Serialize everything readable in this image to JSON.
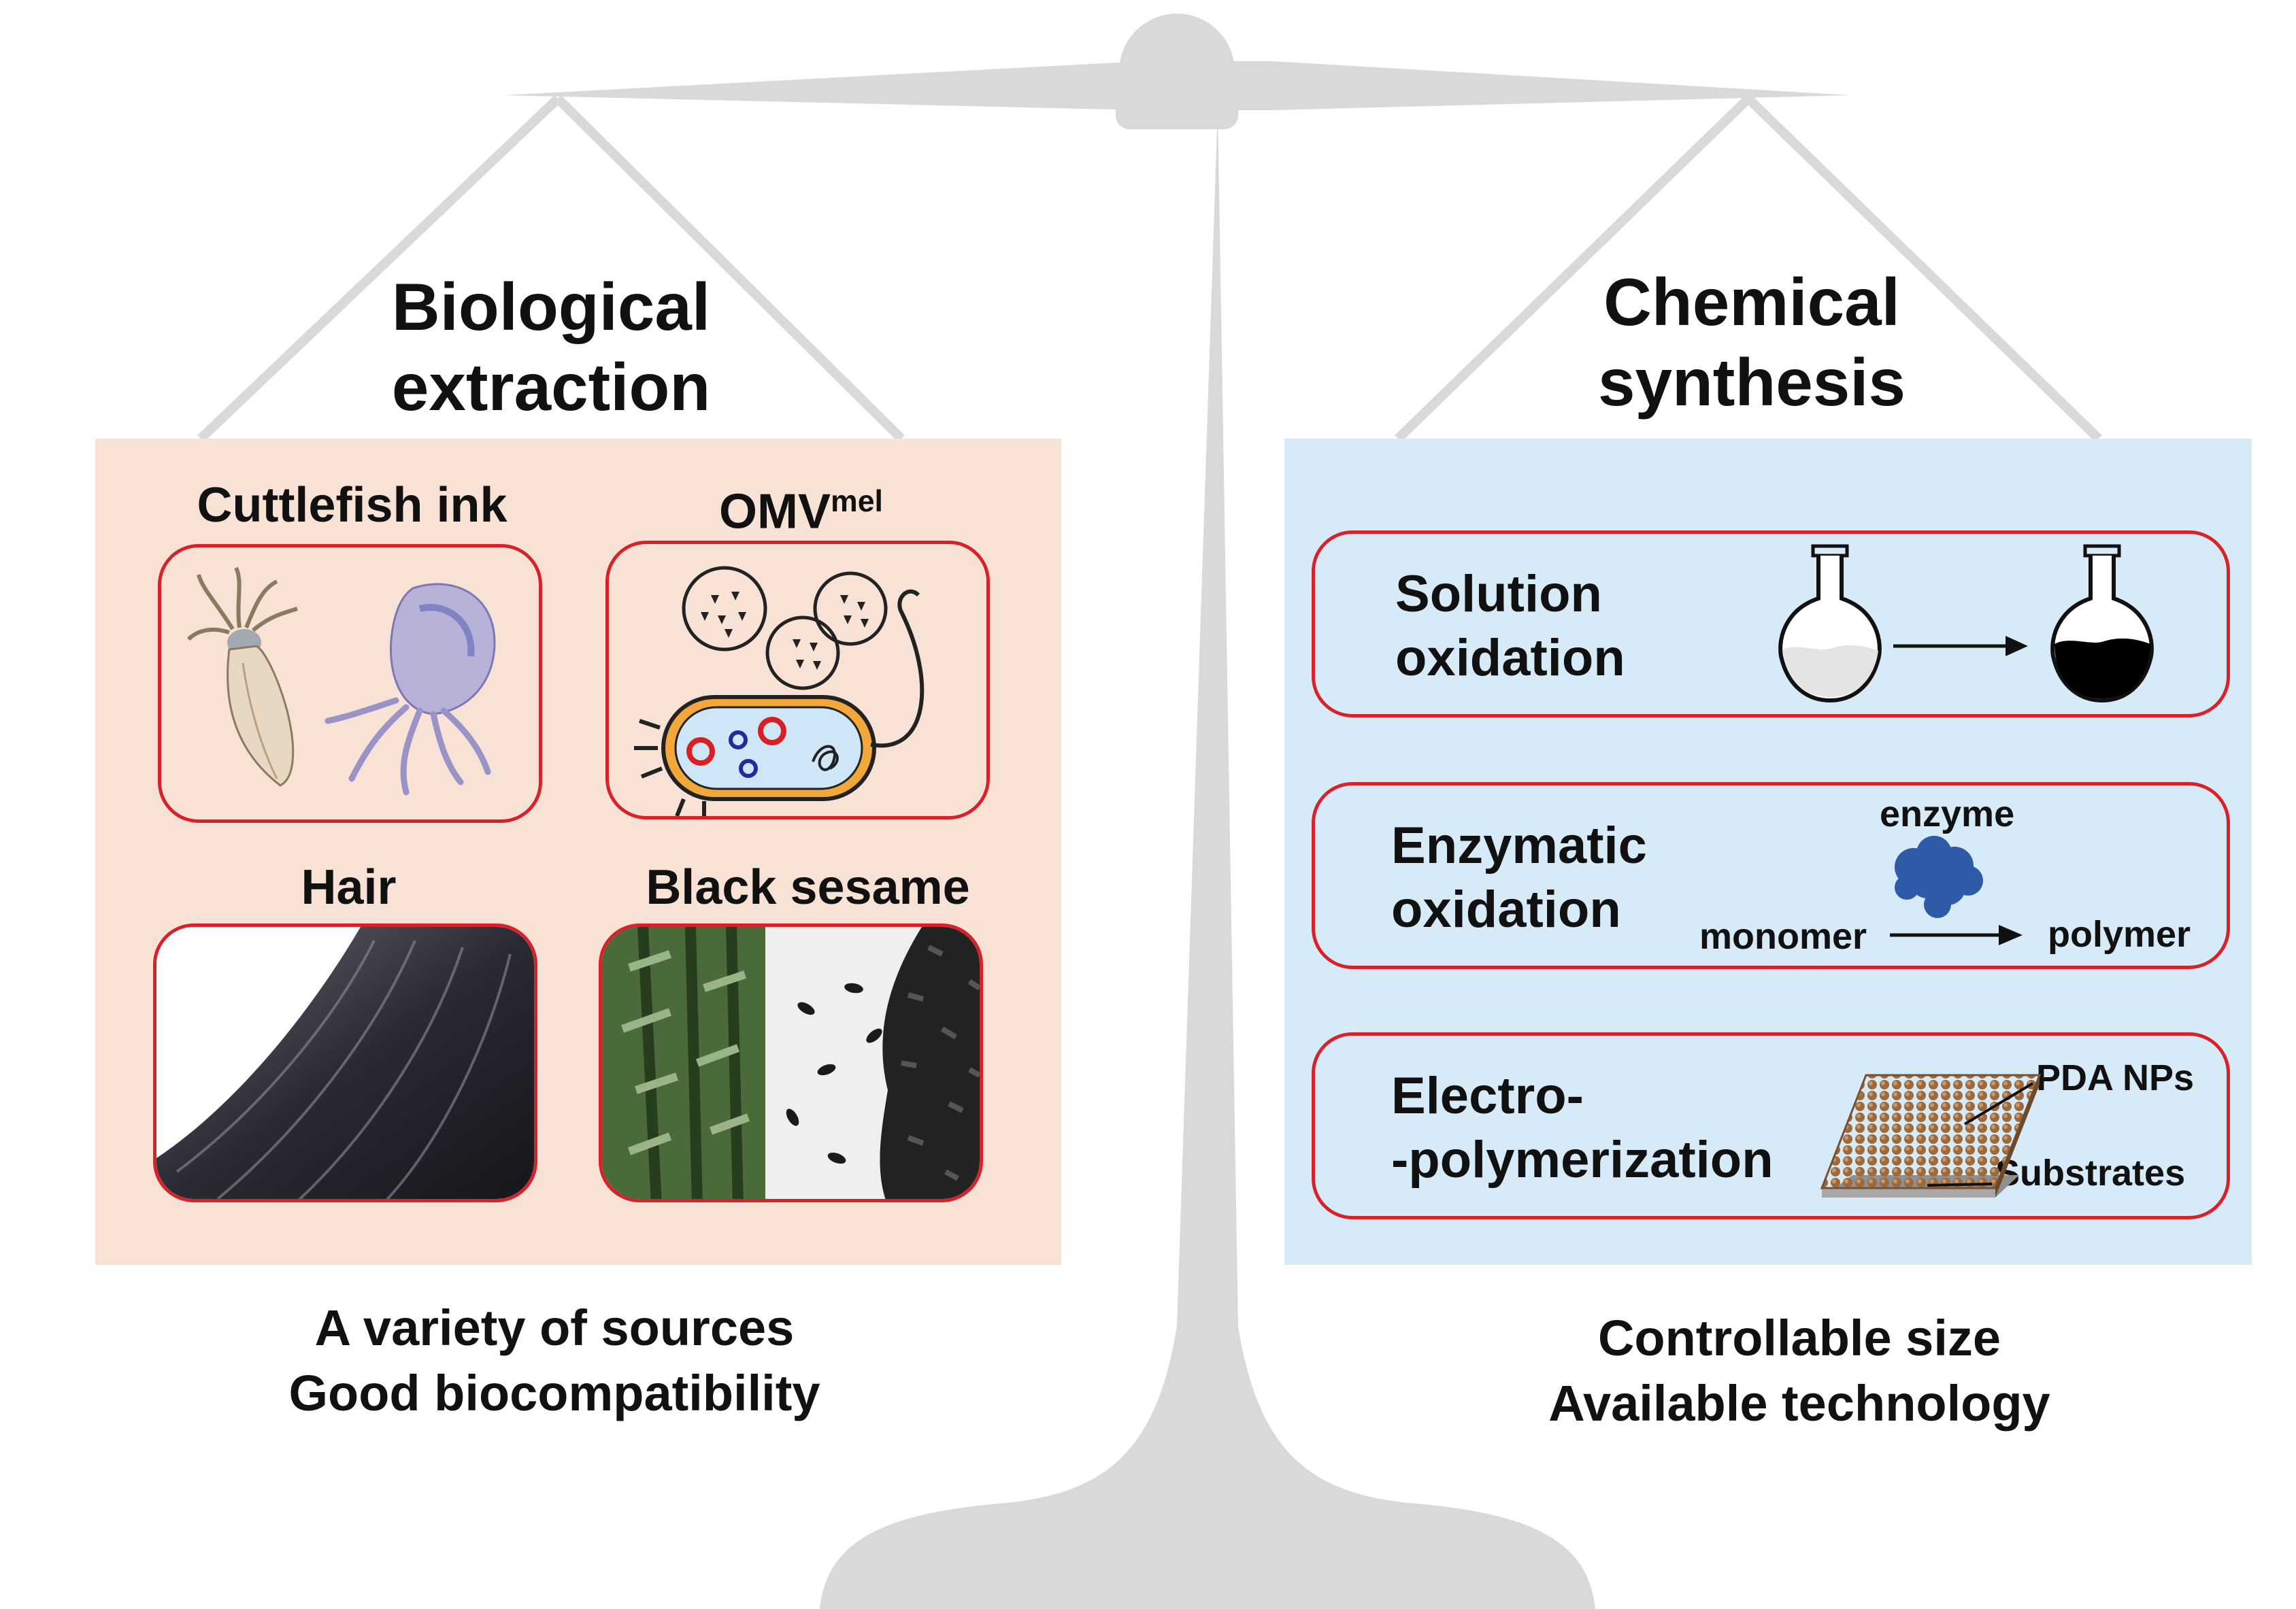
{
  "left": {
    "title_line1": "Biological",
    "title_line2": "extraction",
    "sources": [
      {
        "label": "Cuttlefish ink"
      },
      {
        "label": "OMV",
        "sup": "mel"
      },
      {
        "label": "Hair"
      },
      {
        "label": "Black sesame"
      }
    ],
    "footer_line1": "A variety of sources",
    "footer_line2": "Good biocompatibility"
  },
  "right": {
    "title_line1": "Chemical",
    "title_line2": "synthesis",
    "methods": [
      {
        "line1": "Solution",
        "line2": "oxidation"
      },
      {
        "line1": "Enzymatic",
        "line2": "oxidation",
        "enzyme": "enzyme",
        "monomer": "monomer",
        "polymer": "polymer"
      },
      {
        "line1": "Electro-",
        "line2": "-polymerization",
        "pda": "PDA NPs",
        "substrate": "Substrates"
      }
    ],
    "footer_line1": "Controllable size",
    "footer_line2": "Available technology"
  },
  "colors": {
    "scale": "#d9d9d9",
    "left_panel": "#f7e2d5",
    "right_panel": "#d6eaf8",
    "box_border": "#d8222a"
  }
}
